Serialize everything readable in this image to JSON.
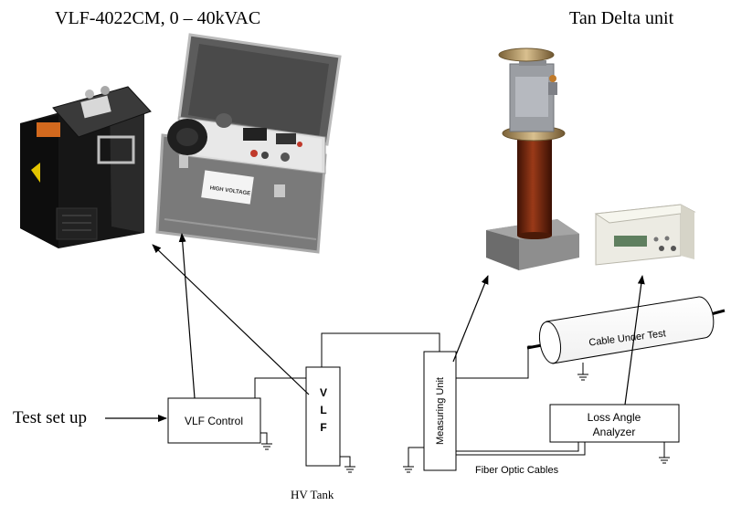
{
  "titles": {
    "vlf_unit": "VLF-4022CM, 0 – 40kVAC",
    "tan_delta": "Tan Delta unit"
  },
  "labels": {
    "test_setup": "Test set up",
    "vlf_control": "VLF Control",
    "hv_tank_letters": [
      "V",
      "L",
      "F"
    ],
    "hv_tank": "HV Tank",
    "measuring_unit": "Measuring Unit",
    "cable_under_test": "Cable Under Test",
    "loss_angle_line1": "Loss Angle",
    "loss_angle_line2": "Analyzer",
    "fiber_optic": "Fiber Optic Cables"
  },
  "photo_text": {
    "case_logo": "HIGH VOLTAGE"
  },
  "colors": {
    "line": "#000000",
    "tank_body": "#1c1c1c",
    "case_body": "#6e6e6e",
    "case_panel": "#e8e8e8",
    "cylinder": "#7a2a10",
    "shield": "#b89a6a",
    "analyzer_body": "#ecebe3",
    "display": "#5f7f5f"
  }
}
